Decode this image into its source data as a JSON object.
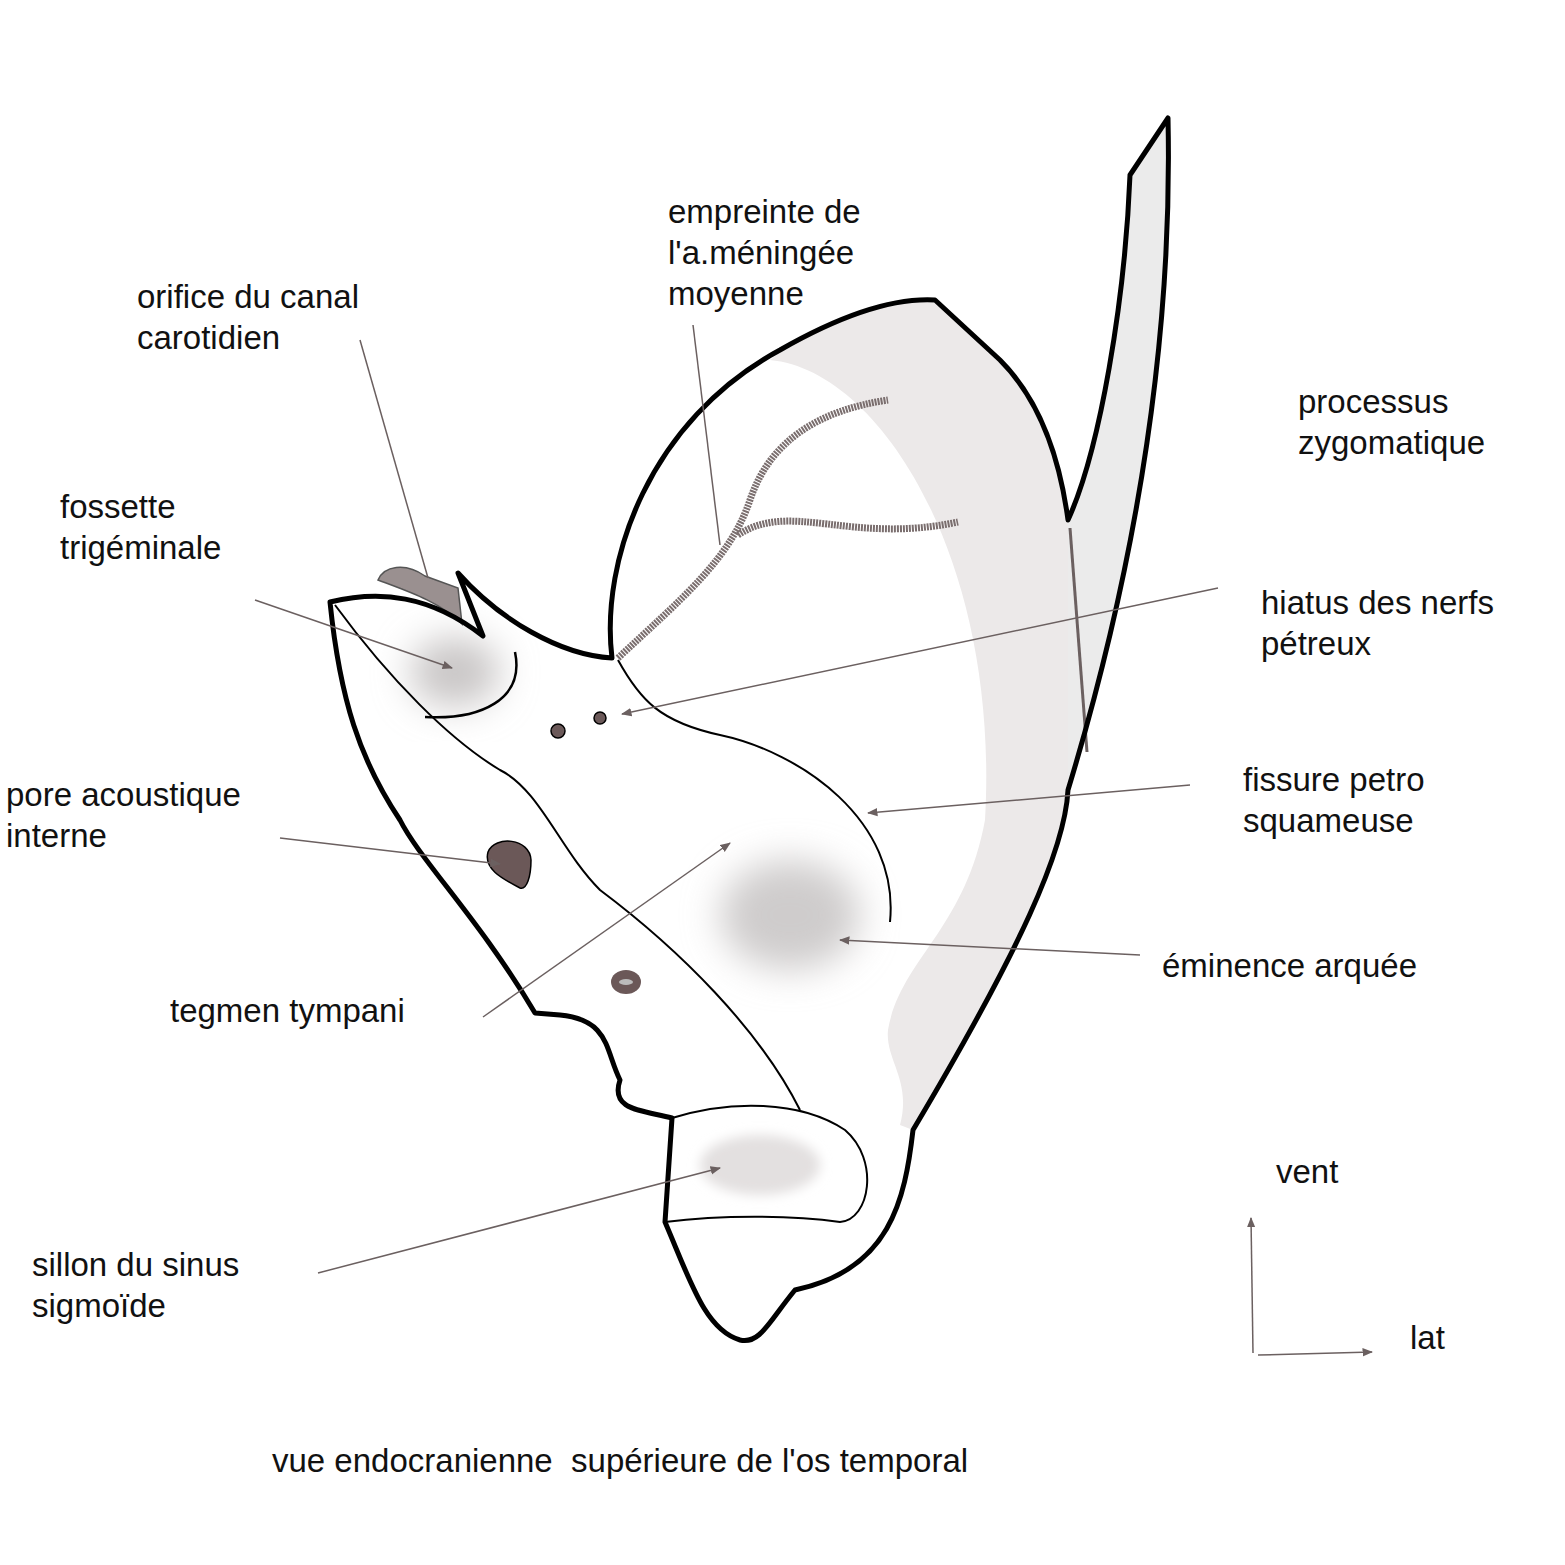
{
  "diagram": {
    "caption": "vue endocranienne  supérieure de l'os temporal",
    "labels": [
      "orifice du canal carotidien",
      "empreinte de l'a.méningée moyenne",
      "processus zygomatique",
      "fossette trigéminale",
      "hiatus des nerfs pétreux",
      "pore acoustique interne",
      "fissure petro squameuse",
      "éminence arquée",
      "tegmen tympani",
      "sillon du sinus sigmoïde",
      "vent",
      "lat"
    ]
  }
}
